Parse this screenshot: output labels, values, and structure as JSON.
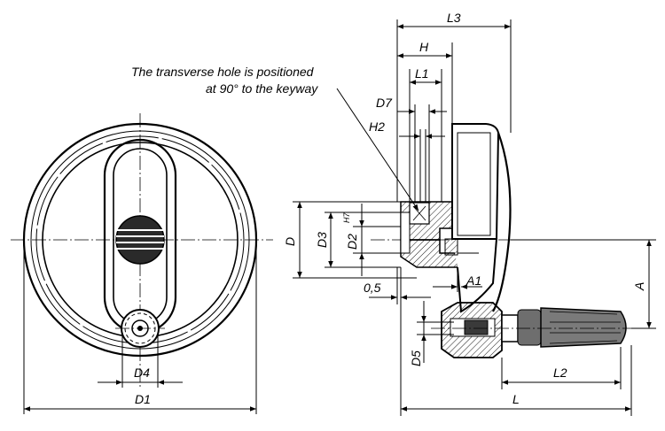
{
  "note": {
    "line1": "The transverse hole is positioned",
    "line2": "at 90° to the keyway"
  },
  "dims": {
    "L3": "L3",
    "H": "H",
    "L1": "L1",
    "D7": "D7",
    "H2": "H2",
    "D": "D",
    "D3": "D3",
    "D2": "D2",
    "D2_tol": "H7",
    "A": "A",
    "A1": "A1",
    "gap": "0,5",
    "D5": "D5",
    "L2": "L2",
    "L": "L",
    "D4": "D4",
    "D1": "D1"
  }
}
